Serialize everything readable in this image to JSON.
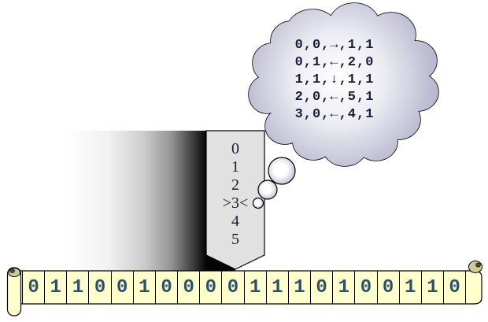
{
  "diagram_type": "turing-machine",
  "cloud": {
    "rules": [
      "0,0,→,1,1",
      "0,1,←,2,0",
      "1,1,↓,1,1",
      "2,0,←,5,1",
      "3,0,←,4,1"
    ]
  },
  "head": {
    "states": [
      "0",
      "1",
      "2",
      ">3<",
      "4",
      "5"
    ],
    "current_state": "3"
  },
  "tape": {
    "cells": [
      "0",
      "1",
      "1",
      "0",
      "0",
      "1",
      "0",
      "0",
      "0",
      "0",
      "1",
      "1",
      "1",
      "0",
      "1",
      "0",
      "0",
      "1",
      "1",
      "0"
    ],
    "head_position_index": 9
  },
  "colors": {
    "tape_fill": "#ffffcc",
    "tape_digit": "#2b5169",
    "scroll_knob": "#cccc99",
    "knob_hole": "#50503a",
    "head_fill": "#e1e1e1",
    "cloud_edge": "#b3b3cb",
    "cloud_center": "#ffffff",
    "rule_text": "#1b1b3a",
    "state_text": "#1b1b2e",
    "outline": "#000000"
  }
}
